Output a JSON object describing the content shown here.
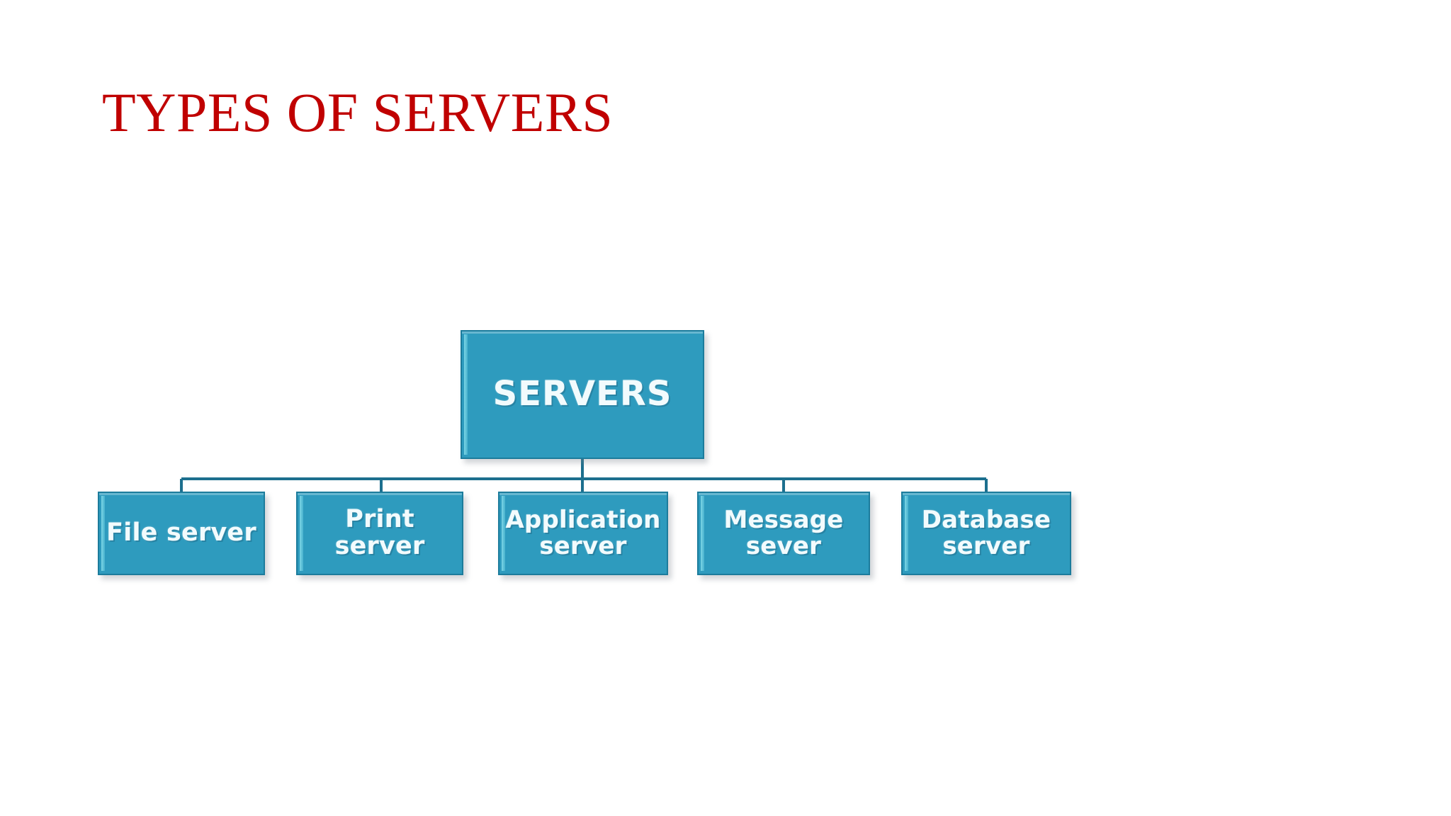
{
  "slide": {
    "title": "TYPES OF SERVERS",
    "background_color": "#FFFFFF",
    "title_color": "#C00000"
  },
  "diagram": {
    "type": "org-chart",
    "node_fill_color": "#2E9BBE",
    "node_border_color": "#1C7C9C",
    "connector_color": "#1C6F8E",
    "label_color": "#F2FBFD",
    "root": {
      "id": "servers",
      "label": "SERVERS"
    },
    "children": [
      {
        "id": "file-server",
        "label": "File server"
      },
      {
        "id": "print-server",
        "label": "Print server"
      },
      {
        "id": "application-server",
        "label": "Application\nserver"
      },
      {
        "id": "message-sever",
        "label": "Message\nsever"
      },
      {
        "id": "database-server",
        "label": "Database\nserver"
      }
    ]
  }
}
